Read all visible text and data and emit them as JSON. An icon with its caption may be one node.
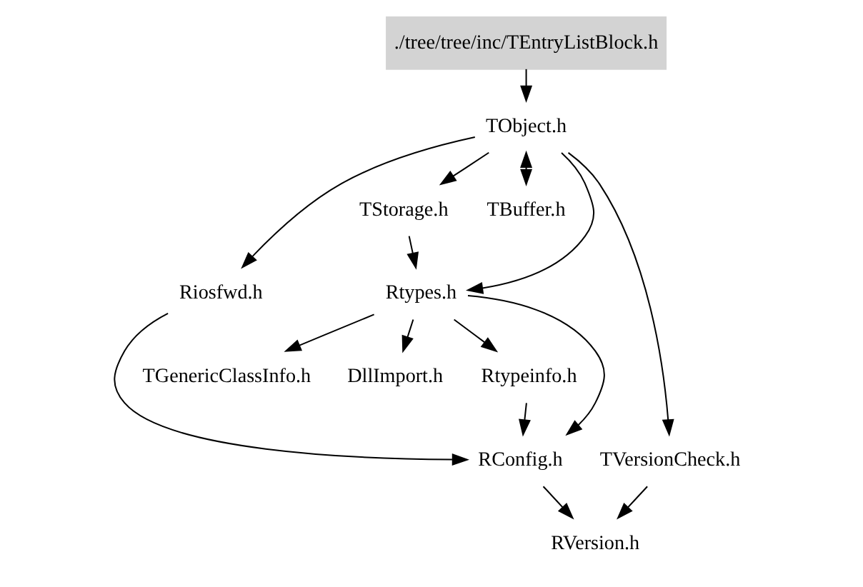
{
  "diagram": {
    "nodes": [
      {
        "text": [
          "./tree/tree/inc/TEntryListBlock.h"
        ]
      },
      {
        "text": [
          "TObject.h"
        ]
      },
      {
        "text": [
          "Riosfwd.h"
        ]
      },
      {
        "text": [
          "TStorage.h"
        ]
      },
      {
        "text": [
          "TBuffer.h"
        ]
      },
      {
        "text": [
          "Rtypes.h"
        ]
      },
      {
        "text": [
          "TVersionCheck.h"
        ]
      },
      {
        "text": [
          "TGenericClassInfo.h"
        ]
      },
      {
        "text": [
          "DllImport.h"
        ]
      },
      {
        "text": [
          "Rtypeinfo.h"
        ]
      },
      {
        "text": [
          "RConfig.h"
        ]
      },
      {
        "text": [
          "RVersion.h"
        ]
      }
    ],
    "edges": [
      {
        "from": 0,
        "to": 1,
        "arrow": "to"
      },
      {
        "from": 1,
        "to": 2,
        "arrow": "to"
      },
      {
        "from": 1,
        "to": 3,
        "arrow": "to"
      },
      {
        "from": 1,
        "to": 4,
        "arrow": "both"
      },
      {
        "from": 1,
        "to": 5,
        "arrow": "to"
      },
      {
        "from": 1,
        "to": 6,
        "arrow": "to"
      },
      {
        "from": 3,
        "to": 5,
        "arrow": "to"
      },
      {
        "from": 5,
        "to": 7,
        "arrow": "to"
      },
      {
        "from": 5,
        "to": 8,
        "arrow": "to"
      },
      {
        "from": 5,
        "to": 9,
        "arrow": "to"
      },
      {
        "from": 5,
        "to": 10,
        "arrow": "to"
      },
      {
        "from": 2,
        "to": 10,
        "arrow": "to"
      },
      {
        "from": 9,
        "to": 10,
        "arrow": "to"
      },
      {
        "from": 10,
        "to": 11,
        "arrow": "to"
      },
      {
        "from": 6,
        "to": 11,
        "arrow": "to"
      }
    ]
  }
}
